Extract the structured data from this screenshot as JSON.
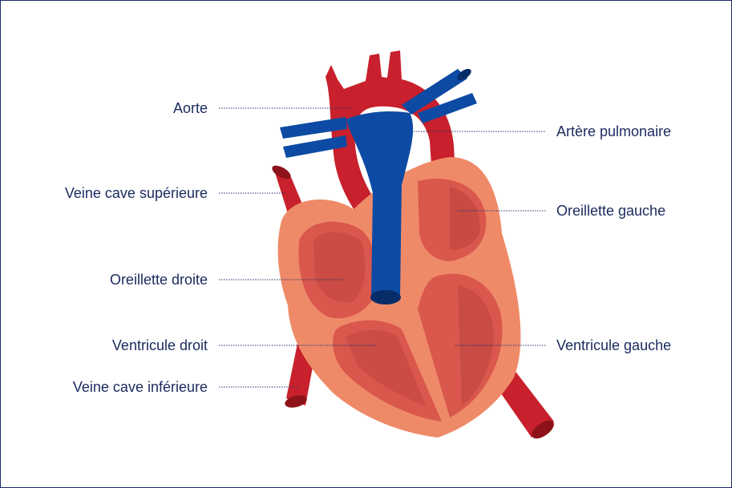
{
  "labels": {
    "aorte": "Aorte",
    "veine_cave_superieure": "Veine cave supérieure",
    "oreillette_droite": "Oreillette droite",
    "ventricule_droit": "Ventricule droit",
    "veine_cave_inferieure": "Veine cave inférieure",
    "artere_pulmonaire": "Artère pulmonaire",
    "oreillette_gauche": "Oreillette gauche",
    "ventricule_gauche": "Ventricule gauche"
  },
  "colors": {
    "vessel_red": "#c8202c",
    "vessel_red_dark": "#8e1219",
    "vessel_blue": "#0d4aa3",
    "vessel_blue_dark": "#072d68",
    "heart_outer": "#ef8a69",
    "heart_inner": "#d9574c",
    "heart_deep": "#b8403c",
    "text": "#1a2a5e",
    "leader": "#27366d"
  }
}
